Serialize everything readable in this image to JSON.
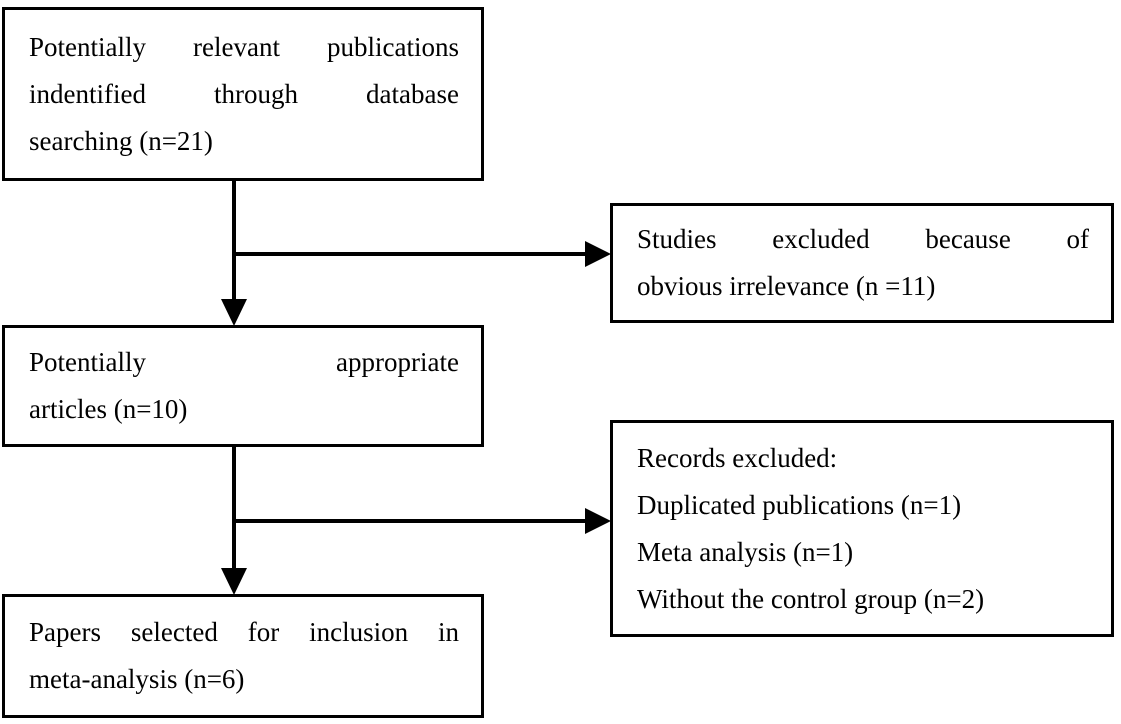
{
  "diagram": {
    "title": "PRISMA study selection flow diagram",
    "type": "flowchart",
    "background_color": "#ffffff",
    "stroke_color": "#000000"
  },
  "nodes": {
    "identified": {
      "id": "identified",
      "lines": [
        "Potentially relevant publications",
        "indentified through database",
        "searching (n=21)"
      ],
      "count": 21
    },
    "excluded_obvious": {
      "id": "excluded_obvious",
      "lines": [
        "Studies excluded because of",
        "obvious irrelevance (n =11)"
      ],
      "count": 11
    },
    "appropriate": {
      "id": "appropriate",
      "lines": [
        "Potentially appropriate",
        "articles (n=10)"
      ],
      "count": 10
    },
    "excluded_records": {
      "id": "excluded_records",
      "lines": [
        "Records excluded:",
        "Duplicated publications (n=1)",
        "Meta analysis (n=1)",
        "Without the control group (n=2)"
      ],
      "counts": {
        "duplicated_publications": 1,
        "meta_analysis": 1,
        "without_control_group": 2
      }
    },
    "selected": {
      "id": "selected",
      "lines": [
        "Papers selected for inclusion in",
        "meta-analysis (n=6)"
      ],
      "count": 6
    }
  },
  "edges": [
    {
      "id": "identified-to-appropriate",
      "from": "identified",
      "to": "appropriate",
      "direction": "down"
    },
    {
      "id": "identified-to-excluded-obvious",
      "from": "identified",
      "to": "excluded_obvious",
      "direction": "right"
    },
    {
      "id": "appropriate-to-selected",
      "from": "appropriate",
      "to": "selected",
      "direction": "down"
    },
    {
      "id": "appropriate-to-excluded-records",
      "from": "appropriate",
      "to": "excluded_records",
      "direction": "right"
    }
  ]
}
